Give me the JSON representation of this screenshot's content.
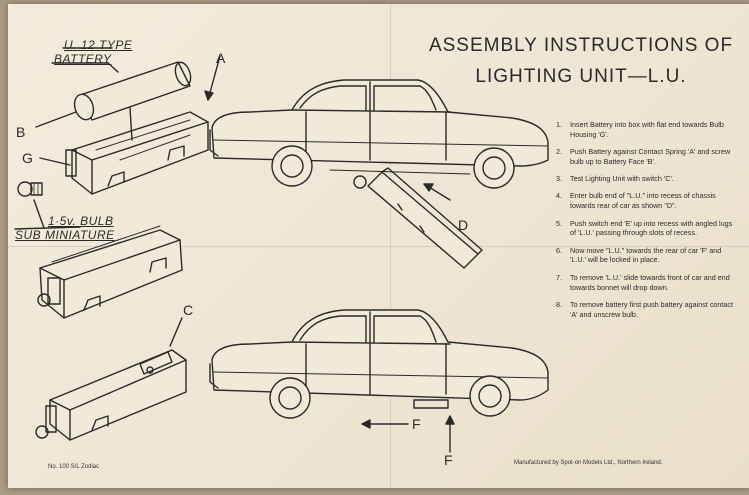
{
  "title": {
    "line1": "ASSEMBLY INSTRUCTIONS OF",
    "line2": "LIGHTING UNIT—L.U."
  },
  "labels": {
    "battery_line1": "U. 12 TYPE",
    "battery_line2": "BATTERY",
    "bulb_line1": "1·5v. BULB",
    "bulb_line2": "SUB MINIATURE",
    "a": "A",
    "b": "B",
    "g": "G",
    "c": "C",
    "d": "D",
    "f_arrow": "F",
    "f_under": "F"
  },
  "steps": [
    {
      "num": "1.",
      "text": "Insert Battery into box with flat end towards Bulb Housing 'G'."
    },
    {
      "num": "2.",
      "text": "Push Battery against Contact Spring 'A' and screw bulb up to Battery Face 'B'."
    },
    {
      "num": "3.",
      "text": "Test Lighting Unit with switch 'C'."
    },
    {
      "num": "4.",
      "text": "Enter bulb end of \"L.U.\" into recess of chassis towards rear of car as shown \"D\"."
    },
    {
      "num": "5.",
      "text": "Push switch end 'E' up into recess with angled lugs of 'L.U.' passing through slots of recess."
    },
    {
      "num": "6.",
      "text": "Now move \"L.U.\" towards the rear of car 'F' and 'L.U.' will be locked in place."
    },
    {
      "num": "7.",
      "text": "To remove 'L.U.' slide towards front of car and end towards bonnet will drop down."
    },
    {
      "num": "8.",
      "text": "To remove battery first push battery against contact 'A' and unscrew bulb."
    }
  ],
  "footer": {
    "left": "No. 100 S/L Zodiac",
    "right": "Manufactured by Spot-on Models Ltd., Northern Ireland."
  }
}
